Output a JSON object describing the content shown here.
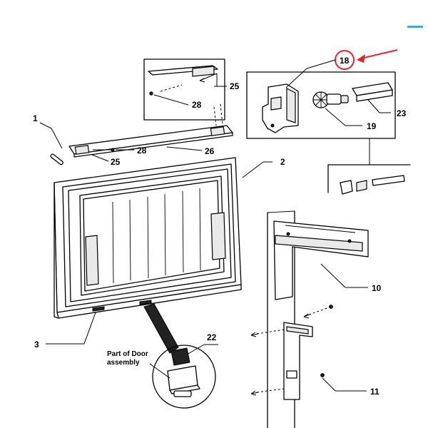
{
  "callouts": {
    "c1": "1",
    "c2": "2",
    "c3": "3",
    "c10": "10",
    "c11": "11",
    "c18": "18",
    "c19": "19",
    "c22": "22",
    "c23": "23",
    "c25a": "25",
    "c25b": "25",
    "c26": "26",
    "c28a": "28",
    "c28b": "28"
  },
  "caption": {
    "line1": "Part of Door",
    "line2": "assembly"
  },
  "colors": {
    "highlight": "#e0242a",
    "accent": "#4ba3d6",
    "ink": "#000000"
  }
}
